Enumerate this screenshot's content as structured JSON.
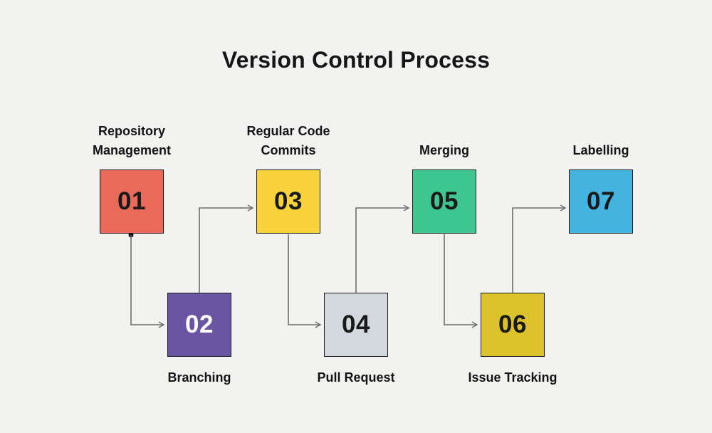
{
  "title": "Version Control Process",
  "colors": {
    "background": "#F2F2F0",
    "connector": "#6E6E6E",
    "connector_dot": "#111111",
    "box_border": "#1A1A1A",
    "title_text": "#161616",
    "label_text": "#141414"
  },
  "steps": [
    {
      "number": "01",
      "label": "Repository Management",
      "color": "#E9695A",
      "number_color": "#1A1A1A",
      "row": "top"
    },
    {
      "number": "02",
      "label": "Branching",
      "color": "#6A55A3",
      "number_color": "#FFFFFF",
      "row": "bottom"
    },
    {
      "number": "03",
      "label": "Regular Code Commits",
      "color": "#F9D33C",
      "number_color": "#1A1A1A",
      "row": "top"
    },
    {
      "number": "04",
      "label": "Pull Request",
      "color": "#D3D8DF",
      "number_color": "#1A1A1A",
      "row": "bottom"
    },
    {
      "number": "05",
      "label": "Merging",
      "color": "#3EC690",
      "number_color": "#1A1A1A",
      "row": "top"
    },
    {
      "number": "06",
      "label": "Issue Tracking",
      "color": "#DCC32B",
      "number_color": "#1A1A1A",
      "row": "bottom"
    },
    {
      "number": "07",
      "label": "Labelling",
      "color": "#42B4DF",
      "number_color": "#1A1A1A",
      "row": "top"
    }
  ]
}
